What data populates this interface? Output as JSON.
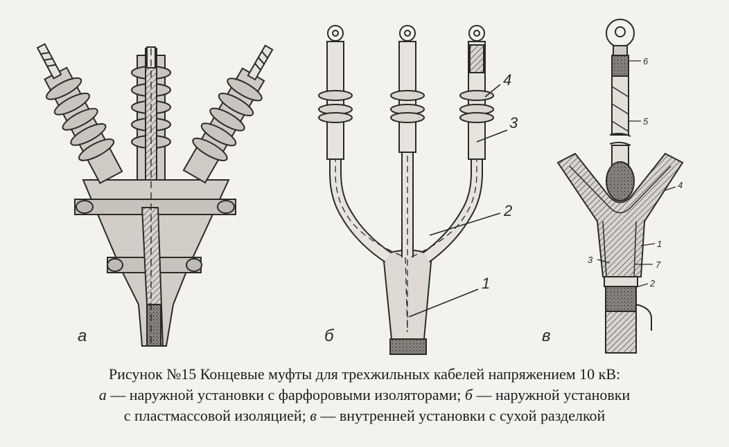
{
  "caption": {
    "figure_label": "Рисунок №15",
    "title": "Концевые муфты для трехжильных кабелей напряжением 10 кВ:",
    "line2_a_label": "а",
    "line2_a_text": " — наружной установки с фарфоровыми изоляторами; ",
    "line2_b_label": "б",
    "line2_b_text": " — наружной установки",
    "line3_text": "с пластмассовой изоляцией; ",
    "line3_c_label": "в",
    "line3_c_text": " — внутренней установки с сухой разделкой"
  },
  "panels": {
    "a": {
      "letter": "а"
    },
    "b": {
      "letter": "б",
      "callouts": [
        "1",
        "2",
        "3",
        "4"
      ]
    },
    "c": {
      "letter": "в",
      "callouts": [
        "1",
        "2",
        "3",
        "4",
        "5",
        "6",
        "7"
      ]
    }
  },
  "colors": {
    "ink": "#2a2a2a",
    "paper": "#f4f2ee",
    "shade": "#b8b4ad"
  }
}
